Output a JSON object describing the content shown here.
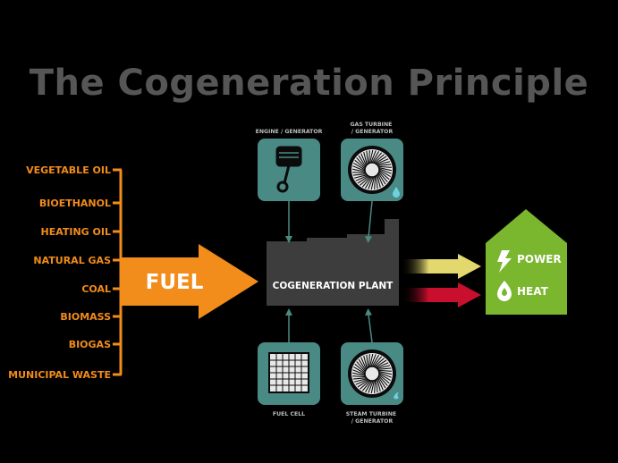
{
  "title": "The Cogeneration Principle",
  "fuels": [
    "VEGETABLE OIL",
    "BIOETHANOL",
    "HEATING OIL",
    "NATURAL GAS",
    "COAL",
    "BIOMASS",
    "BIOGAS",
    "MUNICIPAL WASTE"
  ],
  "fuel_arrow_label": "FUEL",
  "plant_label": "COGENERATION PLANT",
  "generators": {
    "engine": [
      "ENGINE / GENERATOR"
    ],
    "gas_turbine": [
      "GAS TURBINE",
      "/ GENERATOR"
    ],
    "fuel_cell": [
      "FUEL CELL"
    ],
    "steam_turbine": [
      "STEAM TURBINE",
      "/ GENERATOR"
    ]
  },
  "outputs": {
    "power": "POWER",
    "heat": "HEAT"
  },
  "colors": {
    "orange": "#f28c1a",
    "teal": "#4a8a84",
    "green": "#7ab62e",
    "yellow": "#e2d86e",
    "red": "#c8102e",
    "plant": "#3d3d3d"
  }
}
